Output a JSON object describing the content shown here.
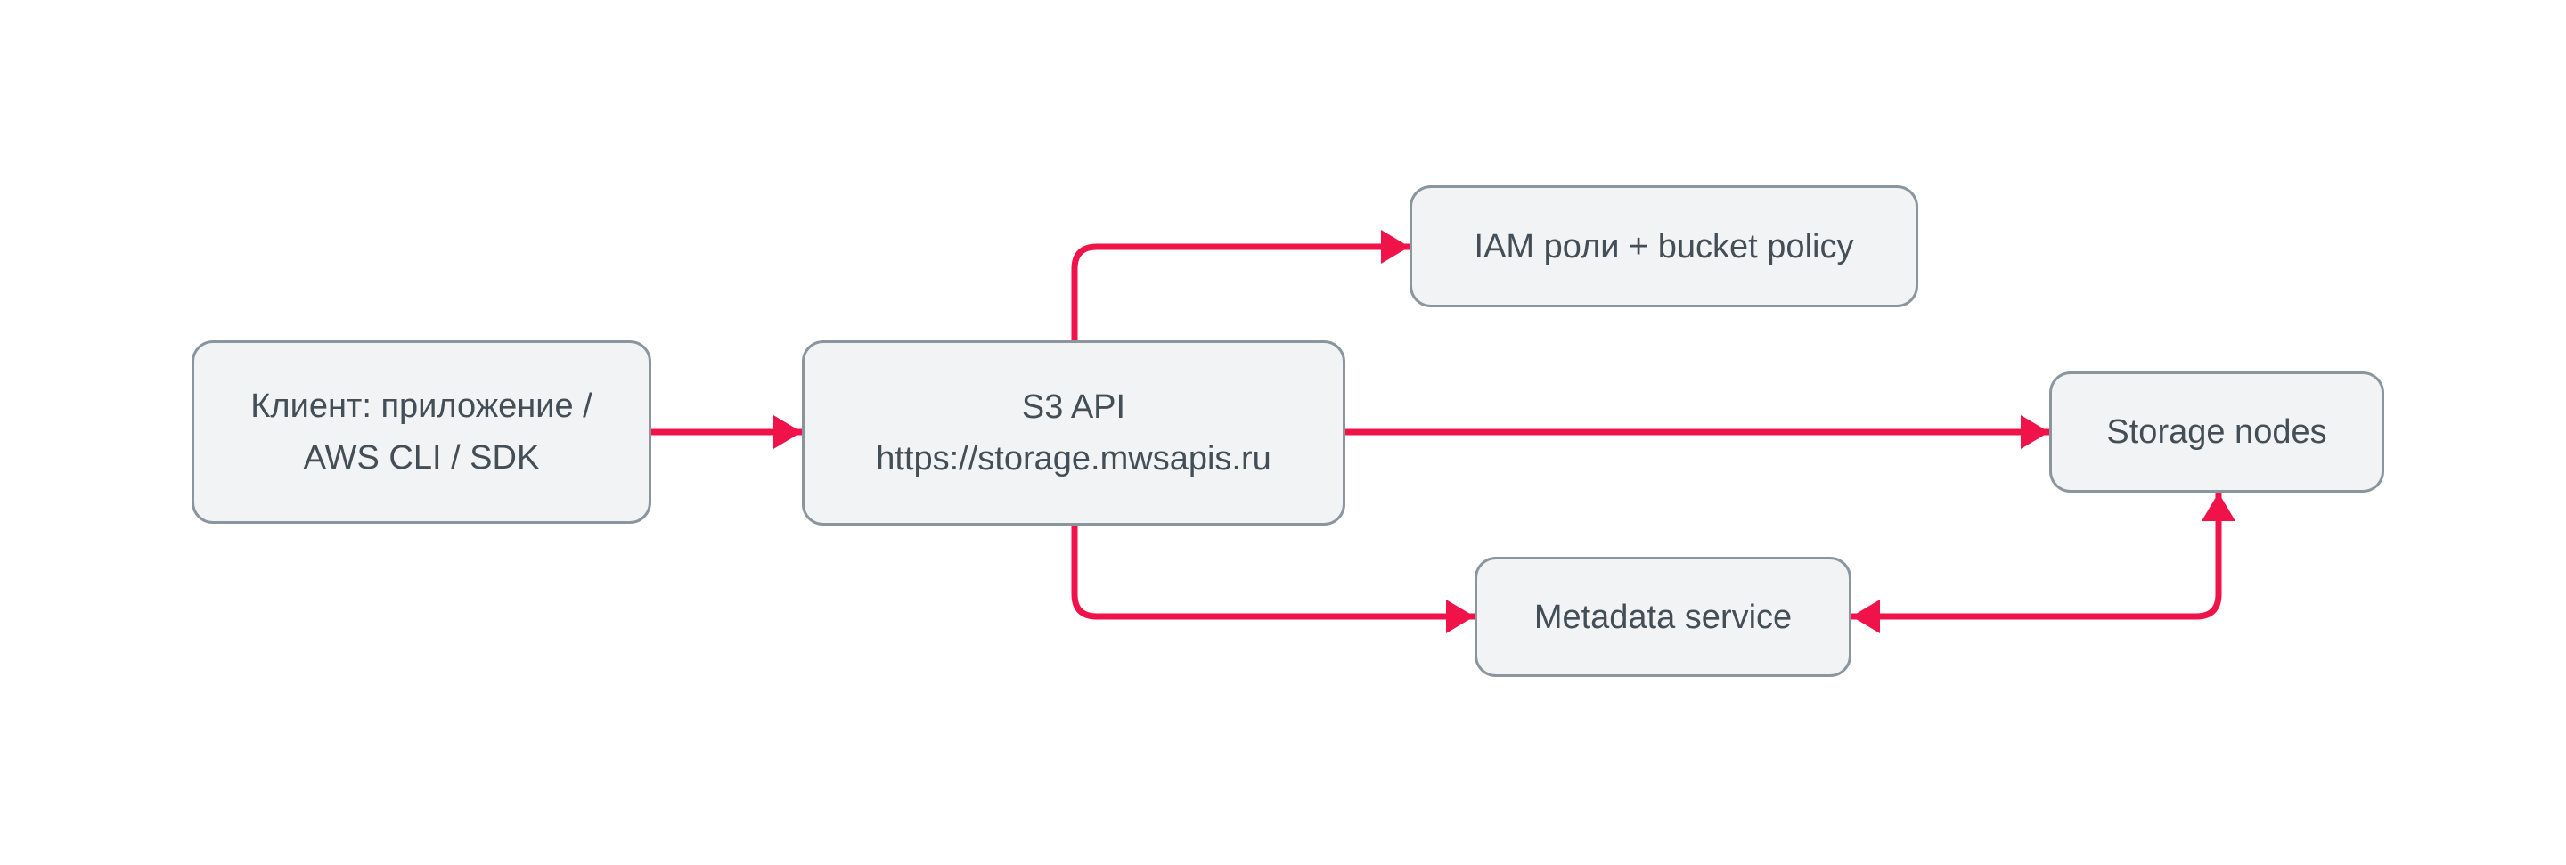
{
  "diagram": {
    "nodes": {
      "client": {
        "lines": [
          "Клиент: приложение /",
          "AWS CLI / SDK"
        ]
      },
      "s3_api": {
        "lines": [
          "S3 API",
          "https://storage.mwsapis.ru"
        ]
      },
      "iam": {
        "label": "IAM роли + bucket policy"
      },
      "storage": {
        "label": "Storage nodes"
      },
      "metadata": {
        "label": "Metadata service"
      }
    },
    "edges": [
      {
        "from": "client",
        "to": "s3_api",
        "direction": "one-way"
      },
      {
        "from": "s3_api",
        "to": "iam",
        "direction": "one-way"
      },
      {
        "from": "s3_api",
        "to": "storage",
        "direction": "one-way"
      },
      {
        "from": "s3_api",
        "to": "metadata",
        "direction": "one-way"
      },
      {
        "from": "storage",
        "to": "metadata",
        "direction": "two-way"
      }
    ]
  },
  "colors": {
    "arrow": "#F01349",
    "node_border": "#8B959E",
    "node_fill": "#F2F3F4",
    "node_text": "#444E57",
    "background": "#FFFFFF"
  }
}
